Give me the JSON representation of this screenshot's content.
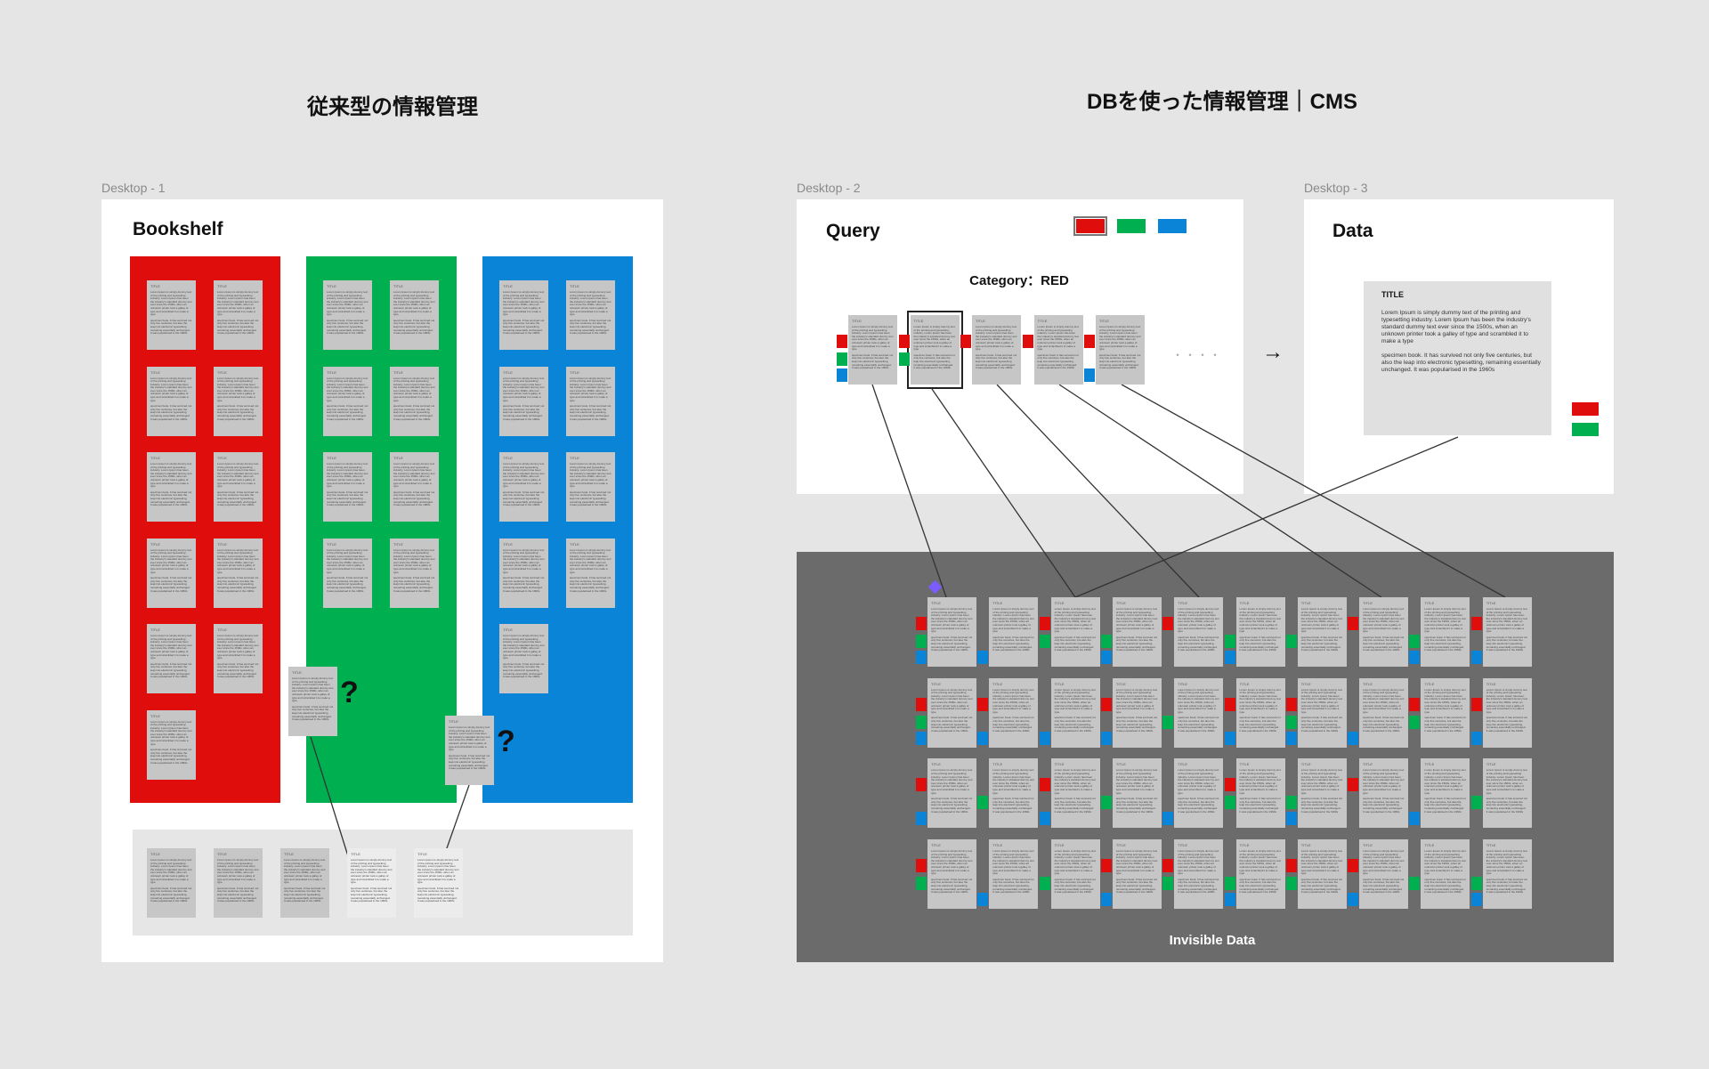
{
  "headings": {
    "traditional": "従来型の情報管理",
    "cms": "DBを使った情報管理｜CMS"
  },
  "frames": {
    "desktop1": "Desktop - 1",
    "desktop2": "Desktop - 2",
    "desktop3": "Desktop - 3"
  },
  "colors": {
    "red": "#e00d0d",
    "green": "#00b050",
    "blue": "#0a84d6",
    "db_bg": "#6b6b6b"
  },
  "card": {
    "title": "TITLE",
    "body1": "Lorem Ipsum is simply dummy text of the printing and typesetting industry. Lorem Ipsum has been the industry's standard dummy text ever since the 1500s, when an unknown printer took a galley of type and scrambled it to make a type",
    "body2": "specimen book. It has survived not only five centuries, but also the leap into electronic typesetting, remaining essentially unchanged. It was popularised in the 1960s"
  },
  "bookshelf": {
    "title": "Bookshelf",
    "shelves": [
      {
        "color": "red",
        "books": 11
      },
      {
        "color": "green",
        "books": 8
      },
      {
        "color": "blue",
        "books": 9
      }
    ],
    "misplaced_mark": "?",
    "tray_books": 3,
    "tray_missing": 2
  },
  "query": {
    "title": "Query",
    "filters": [
      "red",
      "green",
      "blue"
    ],
    "selected_filter": "red",
    "category_label": "Category：RED",
    "results": [
      [
        "red",
        "green",
        "blue"
      ],
      [
        "red",
        "green"
      ],
      [
        "red"
      ],
      [
        "red"
      ],
      [
        "red",
        "blue"
      ]
    ],
    "selected_result": 1,
    "more": "・・・・",
    "arrow": "→"
  },
  "data": {
    "title": "Data",
    "tags": [
      "red",
      "green"
    ]
  },
  "invisible": {
    "label": "Invisible Data",
    "grid": [
      [
        [
          "red",
          "green",
          "blue"
        ],
        [
          "blue"
        ],
        [
          "red",
          "green"
        ],
        [
          "green",
          "blue"
        ],
        [
          "red"
        ],
        [
          "green",
          "blue"
        ],
        [
          "green"
        ],
        [
          "red"
        ],
        [
          "green",
          "blue"
        ],
        [
          "red",
          "blue"
        ]
      ],
      [
        [
          "red",
          "green",
          "blue"
        ],
        [
          "red",
          "blue"
        ],
        [
          "blue"
        ],
        [
          "red",
          "blue"
        ],
        [
          "green"
        ],
        [
          "red",
          "blue"
        ],
        [
          "red",
          "green",
          "blue"
        ],
        [
          "blue"
        ],
        [
          "red",
          "green"
        ],
        [
          "red",
          "blue"
        ]
      ],
      [
        [
          "red",
          "blue"
        ],
        [
          "green"
        ],
        [
          "red",
          "blue"
        ],
        [
          "green"
        ],
        [
          "blue"
        ],
        [
          "red",
          "green"
        ],
        [
          "green",
          "blue"
        ],
        [
          "red"
        ],
        [
          "blue"
        ],
        [
          "green"
        ]
      ],
      [
        [
          "red",
          "green"
        ],
        [
          "blue"
        ],
        [
          "green"
        ],
        [
          "red",
          "blue"
        ],
        [
          "red",
          "green"
        ],
        [
          "green",
          "blue"
        ],
        [
          "red",
          "green"
        ],
        [
          "red",
          "blue"
        ],
        [
          "green"
        ],
        [
          "green",
          "blue"
        ]
      ]
    ]
  }
}
